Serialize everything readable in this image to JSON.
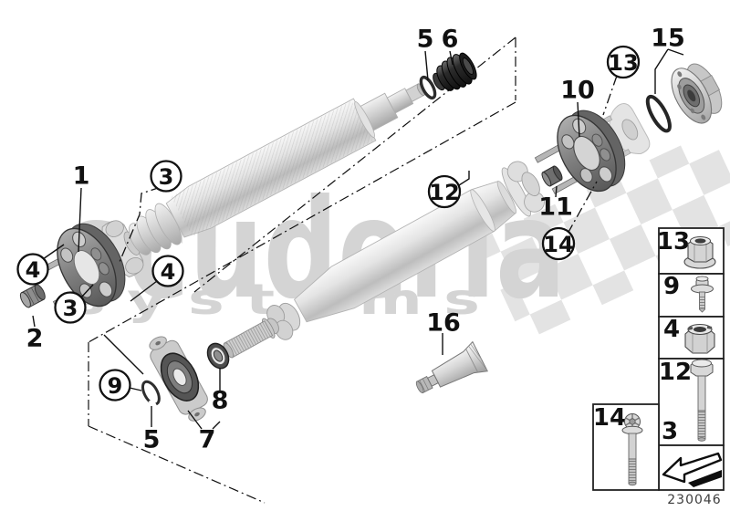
{
  "page": {
    "type": "exploded-parts-diagram",
    "subject": "drive shaft / flexible disc / centre mount"
  },
  "watermark": {
    "line1": "scuderia",
    "line2": "s y s t e m s"
  },
  "footer": {
    "doc_number": "230046"
  },
  "colors": {
    "ink": "#111111",
    "watermark_gray": "#d4d4d4",
    "checker_gray": "#e3e3e3",
    "doc_number_gray": "#3c3c3c",
    "part_light": "#d9d9d9",
    "part_mid": "#9a9a9a",
    "part_dark": "#2e2e2e"
  },
  "callouts": [
    {
      "id": "1",
      "label": "1",
      "circled": false
    },
    {
      "id": "3-upper",
      "label": "3",
      "circled": true
    },
    {
      "id": "5-top",
      "label": "5",
      "circled": false
    },
    {
      "id": "6",
      "label": "6",
      "circled": false
    },
    {
      "id": "15",
      "label": "15",
      "circled": false
    },
    {
      "id": "13-main",
      "label": "13",
      "circled": true
    },
    {
      "id": "10",
      "label": "10",
      "circled": false
    },
    {
      "id": "12",
      "label": "12",
      "circled": true
    },
    {
      "id": "11",
      "label": "11",
      "circled": false
    },
    {
      "id": "14-main",
      "label": "14",
      "circled": true
    },
    {
      "id": "4-left",
      "label": "4",
      "circled": true
    },
    {
      "id": "4-right",
      "label": "4",
      "circled": true
    },
    {
      "id": "3-lower",
      "label": "3",
      "circled": true
    },
    {
      "id": "2",
      "label": "2",
      "circled": false
    },
    {
      "id": "9-main",
      "label": "9",
      "circled": true
    },
    {
      "id": "5-bottom",
      "label": "5",
      "circled": false
    },
    {
      "id": "7",
      "label": "7",
      "circled": false
    },
    {
      "id": "8",
      "label": "8",
      "circled": false
    },
    {
      "id": "16",
      "label": "16",
      "circled": false
    }
  ],
  "sidebar": {
    "boxes": [
      {
        "label": "13",
        "icon": "flange-lock-nut"
      },
      {
        "label": "9",
        "icon": "flange-screw"
      },
      {
        "label": "4",
        "icon": "collar-nut"
      },
      {
        "label": "12",
        "label2": "3",
        "icon": "hex-bolt"
      },
      {
        "label": "",
        "icon": "direction-arrow"
      }
    ],
    "aux_box": {
      "label": "14",
      "icon": "torx-bolt"
    }
  }
}
